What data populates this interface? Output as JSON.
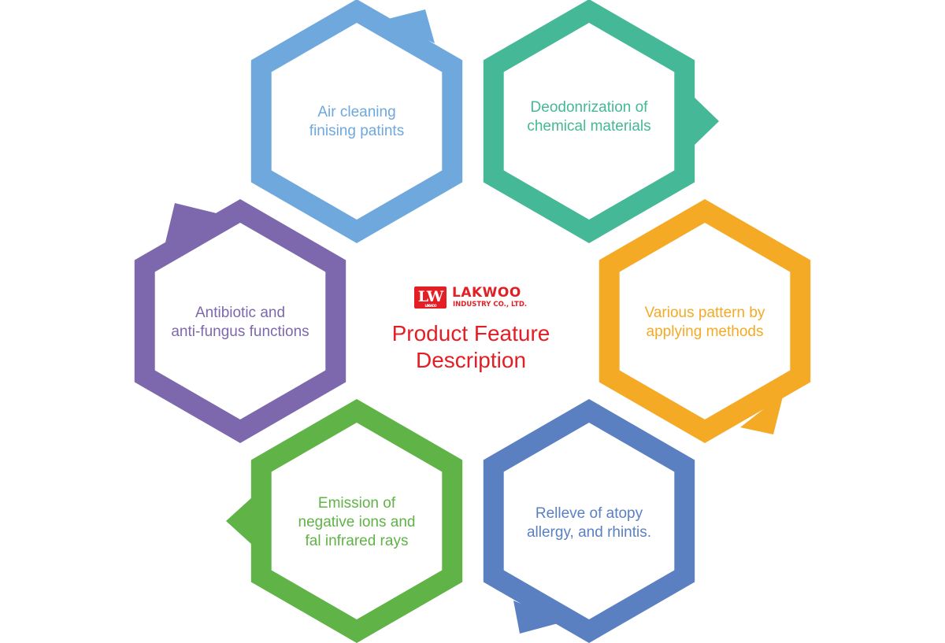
{
  "brand": {
    "logo_mark": "LW",
    "logo_mark_sub": "LAKWOO",
    "name": "LAKWOO",
    "subtitle": "INDUSTRY CO., LTD.",
    "color": "#e31e24"
  },
  "title": {
    "line1": "Product Feature",
    "line2": "Description",
    "color": "#e31e24"
  },
  "features": [
    {
      "lines": [
        "Air cleaning",
        "finising patints"
      ],
      "color": "#6fa8dc",
      "text_color": "#6fa8dc",
      "notch": "top-right"
    },
    {
      "lines": [
        "Deodonrization of",
        "chemical materials"
      ],
      "color": "#45b897",
      "text_color": "#45b897",
      "notch": "right"
    },
    {
      "lines": [
        "Antibiotic and",
        "anti-fungus functions"
      ],
      "color": "#7e68ad",
      "text_color": "#7e68ad",
      "notch": "top-left"
    },
    {
      "lines": [
        "Various pattern by",
        "applying methods"
      ],
      "color": "#f4aa25",
      "text_color": "#f4aa25",
      "notch": "bottom-right"
    },
    {
      "lines": [
        "Emission of",
        "negative ions and",
        "fal infrared rays"
      ],
      "color": "#60b347",
      "text_color": "#60b347",
      "notch": "left"
    },
    {
      "lines": [
        "Relleve of atopy",
        "allergy, and rhintis."
      ],
      "color": "#5b80c2",
      "text_color": "#5b80c2",
      "notch": "bottom-left"
    }
  ]
}
